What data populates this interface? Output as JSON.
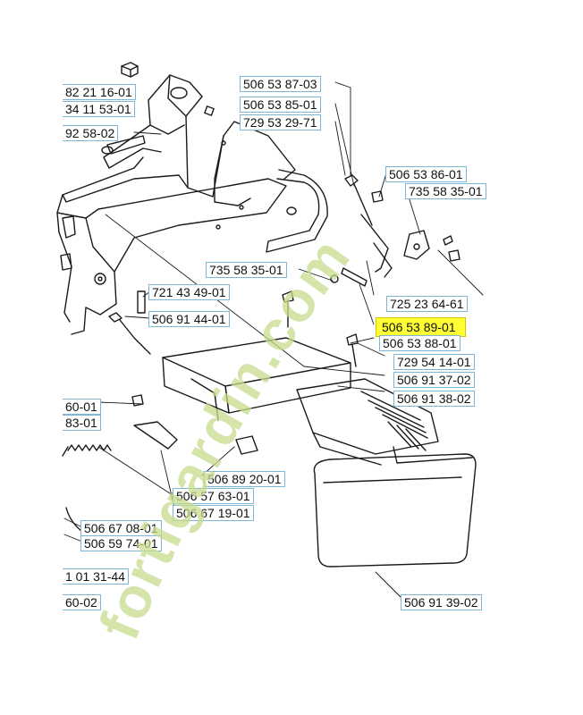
{
  "diagram": {
    "highlight_color": "#ffff33",
    "label_border_color": "#7fb6d6",
    "parts": [
      {
        "id": "p1",
        "ref": "82 21 16-01",
        "highlighted": false
      },
      {
        "id": "p2",
        "ref": "34 11 53-01",
        "highlighted": false
      },
      {
        "id": "p3",
        "ref": "92 58-02",
        "highlighted": false
      },
      {
        "id": "p4",
        "ref": "506 53 87-03",
        "highlighted": false
      },
      {
        "id": "p5",
        "ref": "506 53 85-01",
        "highlighted": false
      },
      {
        "id": "p6",
        "ref": "729 53 29-71",
        "highlighted": false
      },
      {
        "id": "p7",
        "ref": "506 53 86-01",
        "highlighted": false
      },
      {
        "id": "p8",
        "ref": "735 58 35-01",
        "highlighted": false
      },
      {
        "id": "p9",
        "ref": "735 58 35-01",
        "highlighted": false
      },
      {
        "id": "p10",
        "ref": "721 43 49-01",
        "highlighted": false
      },
      {
        "id": "p11",
        "ref": "725 23 64-61",
        "highlighted": false
      },
      {
        "id": "p12",
        "ref": "506 91 44-01",
        "highlighted": false
      },
      {
        "id": "p13",
        "ref": "506 53 89-01",
        "highlighted": true
      },
      {
        "id": "p14",
        "ref": "506 53 88-01",
        "highlighted": false
      },
      {
        "id": "p15",
        "ref": "729 54 14-01",
        "highlighted": false
      },
      {
        "id": "p16",
        "ref": "506 91 37-02",
        "highlighted": false
      },
      {
        "id": "p17",
        "ref": "60-01",
        "highlighted": false
      },
      {
        "id": "p18",
        "ref": "506 91 38-02",
        "highlighted": false
      },
      {
        "id": "p19",
        "ref": "83-01",
        "highlighted": false
      },
      {
        "id": "p20",
        "ref": "506 89 20-01",
        "highlighted": false
      },
      {
        "id": "p21",
        "ref": "506 57 63-01",
        "highlighted": false
      },
      {
        "id": "p22",
        "ref": "506 67 19-01",
        "highlighted": false
      },
      {
        "id": "p23",
        "ref": "506 67 08-01",
        "highlighted": false
      },
      {
        "id": "p24",
        "ref": "506 59 74-01",
        "highlighted": false
      },
      {
        "id": "p25",
        "ref": "1 01 31-44",
        "highlighted": false
      },
      {
        "id": "p26",
        "ref": "60-02",
        "highlighted": false
      },
      {
        "id": "p27",
        "ref": "506 91 39-02",
        "highlighted": false
      }
    ]
  },
  "watermark": {
    "text": "fortigardin.com",
    "color": "#c8dc8c",
    "accent_color": "#f2b26e"
  }
}
